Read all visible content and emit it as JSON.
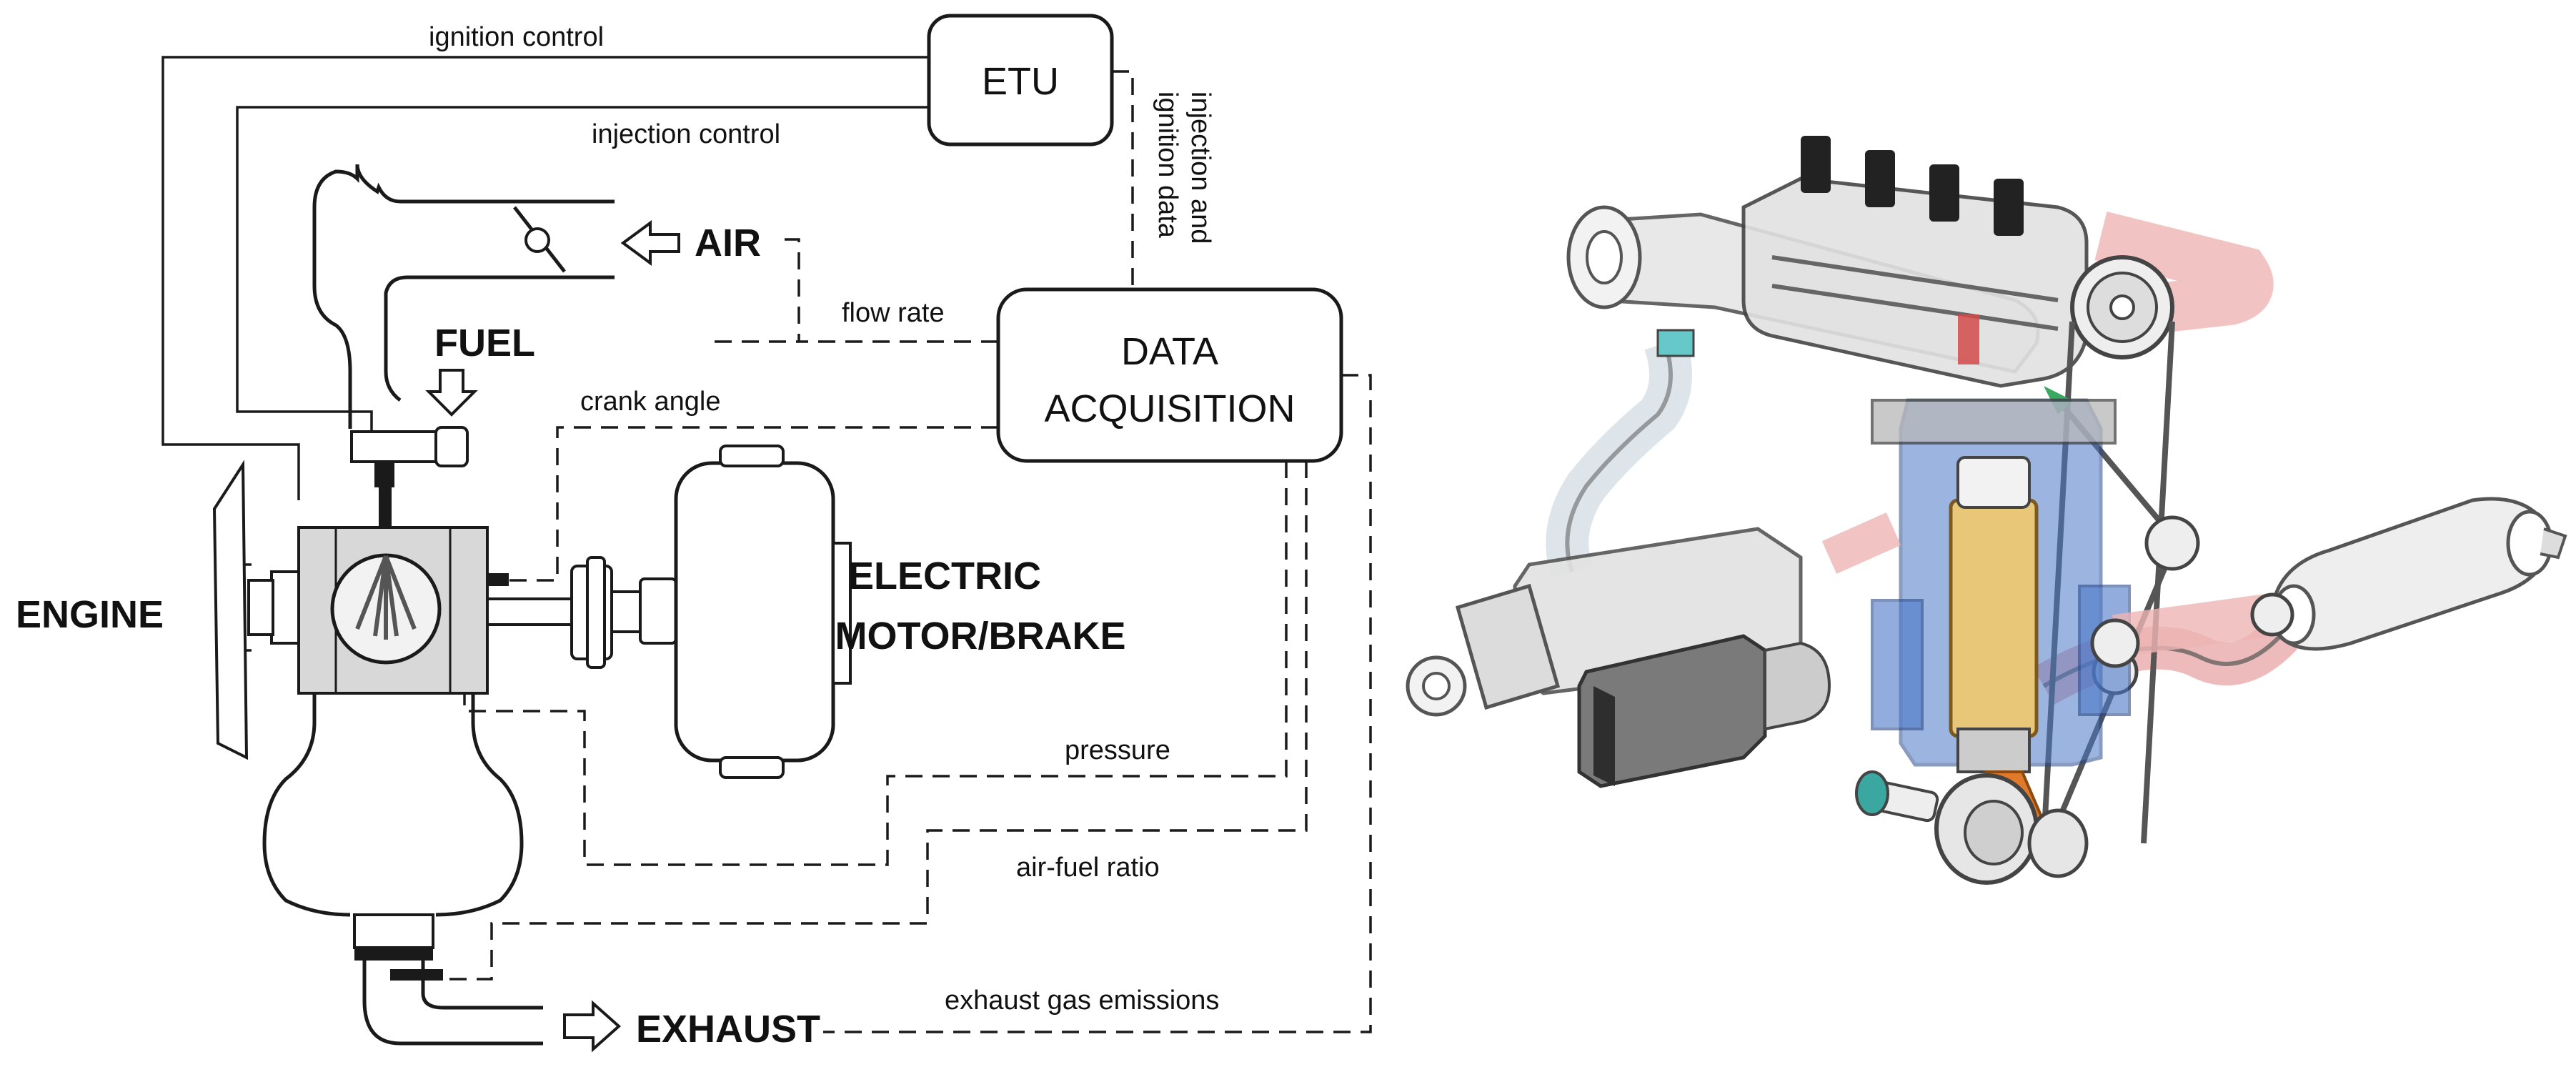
{
  "labels": {
    "etu": "ETU",
    "data_acq_line1": "DATA",
    "data_acq_line2": "ACQUISITION",
    "engine": "ENGINE",
    "air": "AIR",
    "fuel": "FUEL",
    "exhaust": "EXHAUST",
    "motor_line1": "ELECTRIC",
    "motor_line2": "MOTOR/BRAKE"
  },
  "signals": {
    "ignition_control": "ignition control",
    "injection_control": "injection control",
    "injection_data_line1": "injection and",
    "injection_data_line2": "ignition data",
    "flow_rate": "flow rate",
    "crank_angle": "crank angle",
    "pressure": "pressure",
    "air_fuel_ratio": "air-fuel ratio",
    "exhaust_emissions": "exhaust gas emissions"
  },
  "colors": {
    "line": "#1a1a1a",
    "engine_block": "#d8d8d8",
    "cad_blue": "#4a78c8",
    "cad_orange": "#e07a2a",
    "cad_gold": "#e8c878",
    "cad_red": "#d44a4a",
    "cad_green": "#3aa860"
  }
}
